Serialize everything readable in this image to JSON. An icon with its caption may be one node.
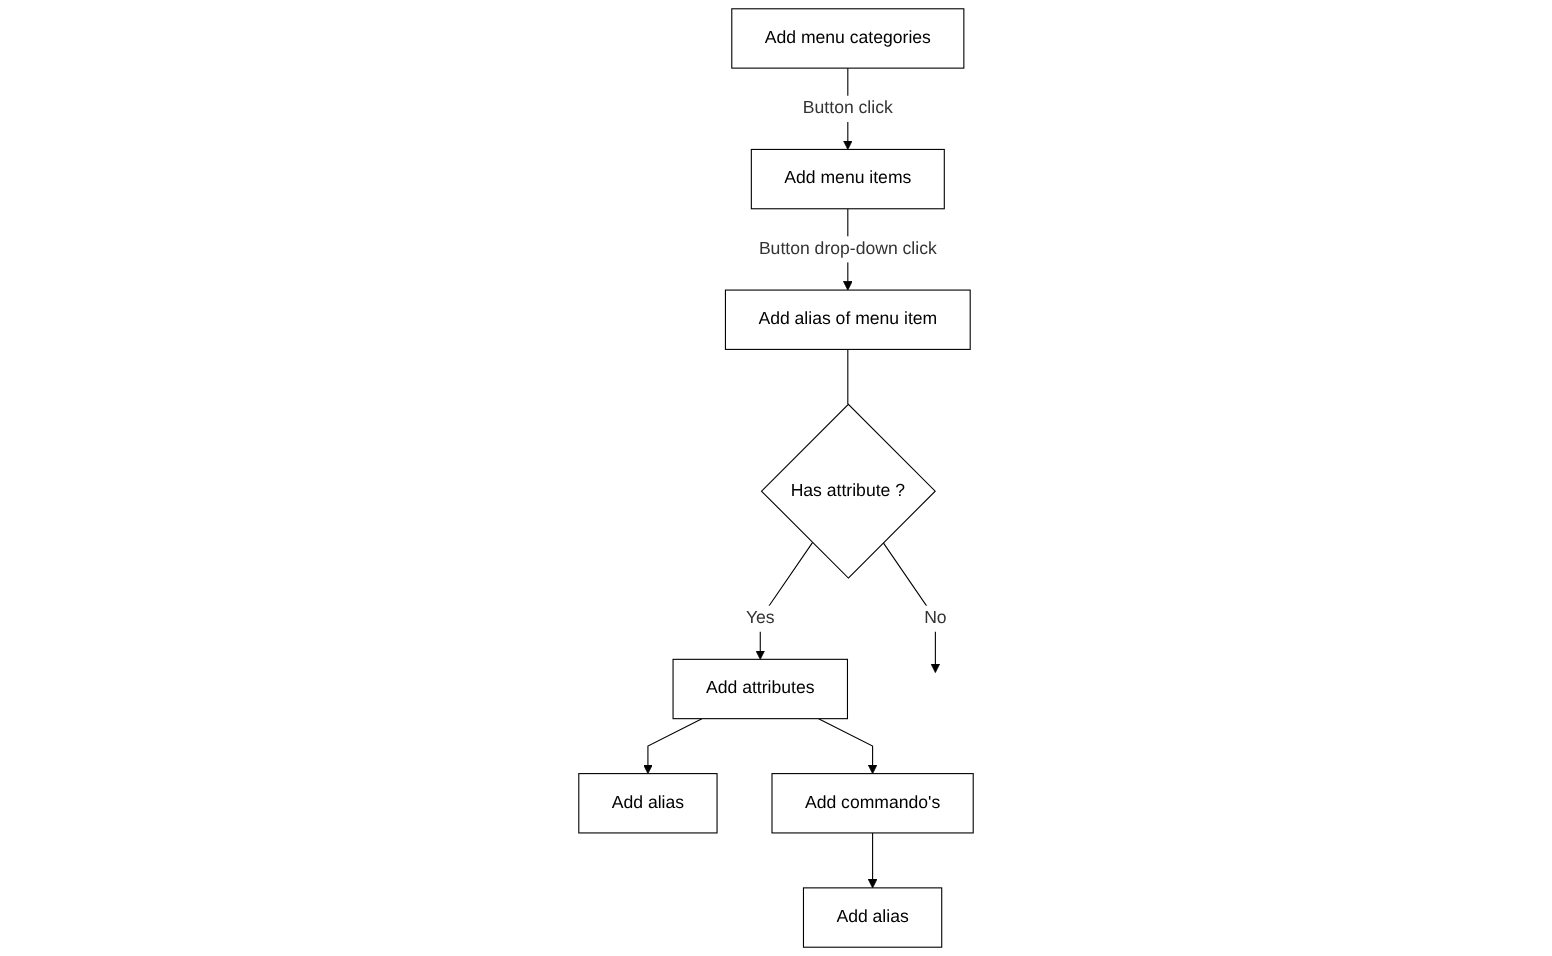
{
  "diagram": {
    "nodes": [
      {
        "text": [
          "Add menu categories"
        ]
      },
      {
        "text": [
          "Add menu items"
        ]
      },
      {
        "text": [
          "Add alias of menu item"
        ]
      },
      {
        "text": [
          "Has attribute ?"
        ]
      },
      {
        "text": [
          "Add attributes"
        ]
      },
      {
        "text": [
          "Add alias"
        ]
      },
      {
        "text": [
          "Add commando's"
        ]
      },
      {
        "text": [
          "Add alias"
        ]
      }
    ],
    "edges": [
      {
        "from": 0,
        "to": 1,
        "arrow": "to",
        "label": "Button click"
      },
      {
        "from": 1,
        "to": 2,
        "arrow": "to",
        "label": "Button drop-down click"
      },
      {
        "from": 2,
        "to": 3,
        "arrow": "none"
      },
      {
        "from": 3,
        "to": null,
        "arrow": "to",
        "label": "No"
      },
      {
        "from": 3,
        "to": 4,
        "arrow": "to",
        "label": "Yes"
      },
      {
        "from": 4,
        "to": 5,
        "arrow": "to"
      },
      {
        "from": 4,
        "to": 6,
        "arrow": "to"
      },
      {
        "from": 6,
        "to": 7,
        "arrow": "to"
      }
    ]
  }
}
